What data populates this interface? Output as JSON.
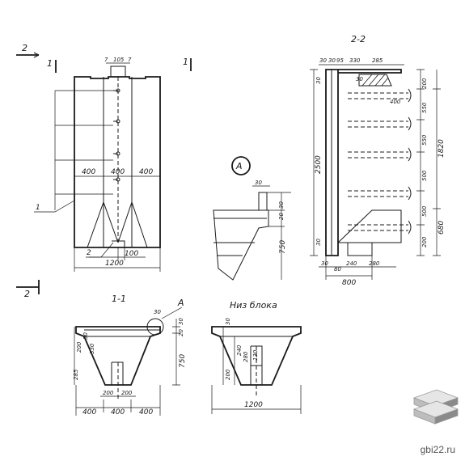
{
  "section_marks": {
    "sec2": "2",
    "sec1": "1",
    "detail": "А"
  },
  "view_titles": {
    "sec11": "1-1",
    "sec22": "2-2",
    "bottom": "Низ блока"
  },
  "front_view": {
    "dims_top": [
      "7",
      "105",
      "7"
    ],
    "dims_mid": [
      "400",
      "400",
      "400"
    ],
    "dim_total": "1200",
    "dim_small": "100",
    "callouts": [
      "1",
      "2"
    ]
  },
  "detail_a": {
    "dims": [
      "30",
      "20",
      "30",
      "750"
    ]
  },
  "section_22": {
    "top_dims": [
      "30",
      "30",
      "95",
      "330",
      "285",
      "30"
    ],
    "side_dims": [
      "30",
      "200",
      "550",
      "550",
      "500",
      "500",
      "200"
    ],
    "side_totals": [
      "1820",
      "680"
    ],
    "height": "2500",
    "inner": "400",
    "bottom_dims": [
      "30",
      "240",
      "280",
      "800",
      "30"
    ],
    "bottom_total": "80"
  },
  "section_11": {
    "dims_left": [
      "200",
      "30",
      "330"
    ],
    "dims_left2": "285",
    "dims_right": [
      "30",
      "20",
      "750"
    ],
    "dims_bottom1": [
      "200",
      "200"
    ],
    "dims_bottom2": [
      "400",
      "400",
      "400"
    ],
    "top": "30"
  },
  "bottom_block": {
    "dims": [
      "30",
      "200",
      "240",
      "280",
      "130"
    ],
    "total": "1200"
  },
  "watermark": "gbi22.ru",
  "colors": {
    "ink": "#1a1a1a",
    "logo_light": "#e6e6e6",
    "logo_mid": "#bdbdbd",
    "logo_dark": "#8a8a8a"
  },
  "icons": [
    "stacked-slabs-logo-icon"
  ]
}
